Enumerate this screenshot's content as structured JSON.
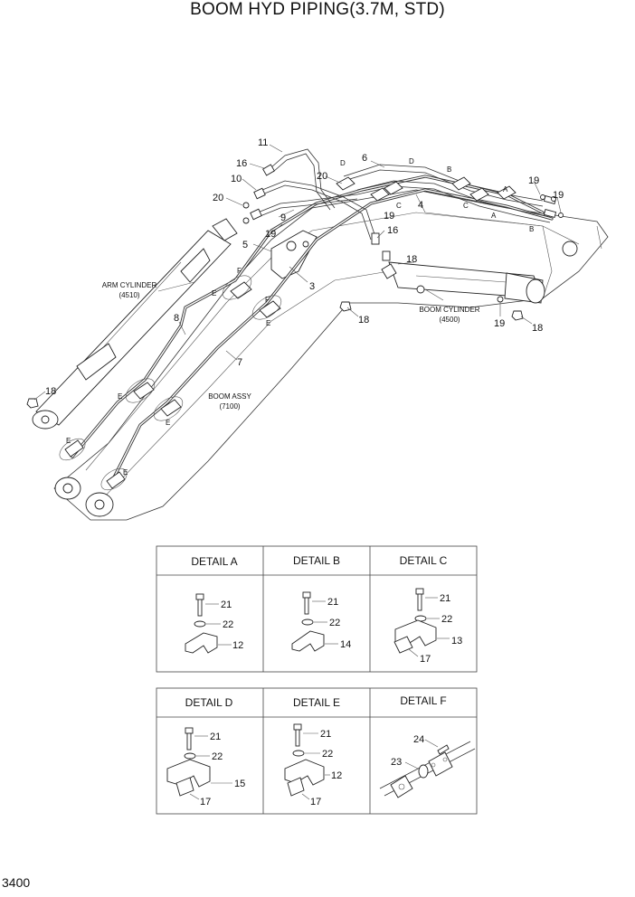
{
  "title": "BOOM HYD PIPING(3.7M, STD)",
  "page_number": "3400",
  "components": {
    "arm_cylinder": {
      "name": "ARM CYLINDER",
      "code": "(4510)"
    },
    "boom_assy": {
      "name": "BOOM ASSY",
      "code": "(7100)"
    },
    "boom_cylinder": {
      "name": "BOOM CYLINDER",
      "code": "(4500)"
    }
  },
  "callouts": {
    "c11": "11",
    "c16a": "16",
    "c10": "10",
    "c20a": "20",
    "c9": "9",
    "c19a": "19",
    "c5": "5",
    "cFa": "F",
    "cEa": "E",
    "cFb": "F",
    "cEb": "E",
    "c3": "3",
    "c6": "6",
    "cDa": "D",
    "c20b": "20",
    "cDb": "D",
    "cB1": "B",
    "cC1": "C",
    "c19b": "19",
    "c4": "4",
    "cA1": "A",
    "cC2": "C",
    "c19c": "19",
    "cA2": "A",
    "c19d": "19",
    "cB2": "B",
    "c16b": "16",
    "c18a": "18",
    "c18b": "18",
    "c19e": "19",
    "c18c": "18",
    "c8": "8",
    "c7": "7",
    "c18d": "18",
    "cEc": "E",
    "cEd": "E",
    "cEe": "E",
    "cEf": "E"
  },
  "details": [
    {
      "title": "DETAIL A",
      "labels": [
        "21",
        "22",
        "12"
      ]
    },
    {
      "title": "DETAIL B",
      "labels": [
        "21",
        "22",
        "14"
      ]
    },
    {
      "title": "DETAIL C",
      "labels": [
        "21",
        "22",
        "13",
        "17"
      ]
    },
    {
      "title": "DETAIL D",
      "labels": [
        "21",
        "22",
        "15",
        "17"
      ]
    },
    {
      "title": "DETAIL E",
      "labels": [
        "21",
        "22",
        "12",
        "17"
      ]
    },
    {
      "title": "DETAIL F",
      "labels": [
        "24",
        "23"
      ]
    }
  ]
}
